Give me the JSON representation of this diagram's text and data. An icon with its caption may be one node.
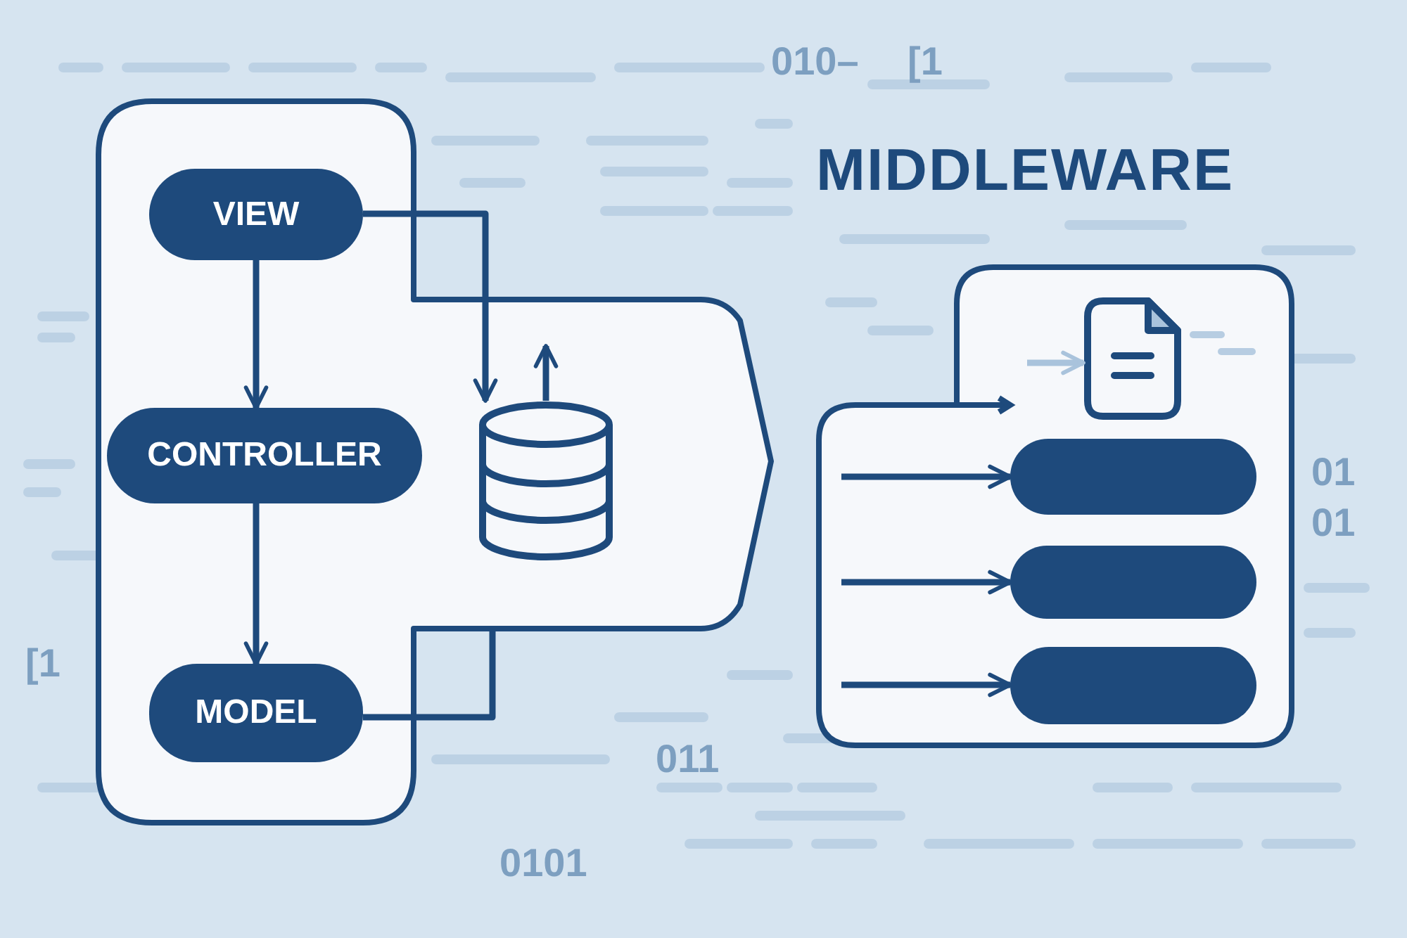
{
  "diagram": {
    "title": "MIDDLEWARE",
    "nodes": [
      {
        "text": [],
        "shape": "box"
      },
      {
        "text": [
          "VIEW"
        ],
        "in": 0
      },
      {
        "text": [
          "CONTROLLER"
        ],
        "in": 0
      },
      {
        "text": [
          "MODEL"
        ],
        "in": 0
      },
      {
        "text": [],
        "shape": "cylinder",
        "in": 0
      },
      {
        "text": [],
        "shape": "box"
      },
      {
        "text": [],
        "shape": "picture",
        "in": 5
      },
      {
        "text": [],
        "shape": "bar",
        "in": 5
      },
      {
        "text": [],
        "shape": "bar",
        "in": 5
      },
      {
        "text": [],
        "shape": "bar",
        "in": 5
      }
    ],
    "edges": [
      {
        "from": 1,
        "to": 2,
        "arrow": "to"
      },
      {
        "from": 2,
        "to": 3,
        "arrow": "to"
      },
      {
        "from": 1,
        "to": 4,
        "arrow": "to"
      },
      {
        "from": 4,
        "to": null,
        "arrow": "to"
      },
      {
        "from": 3,
        "to": 0,
        "arrow": "none"
      },
      {
        "from": null,
        "to": 7,
        "arrow": "to"
      },
      {
        "from": null,
        "to": 8,
        "arrow": "to"
      },
      {
        "from": null,
        "to": 9,
        "arrow": "to"
      },
      {
        "from": null,
        "to": 6,
        "arrow": "to",
        "color": "#a9c3dc"
      }
    ],
    "labels": [
      "010–",
      "[1",
      "01",
      "01",
      "[1",
      "011",
      "0101"
    ]
  }
}
